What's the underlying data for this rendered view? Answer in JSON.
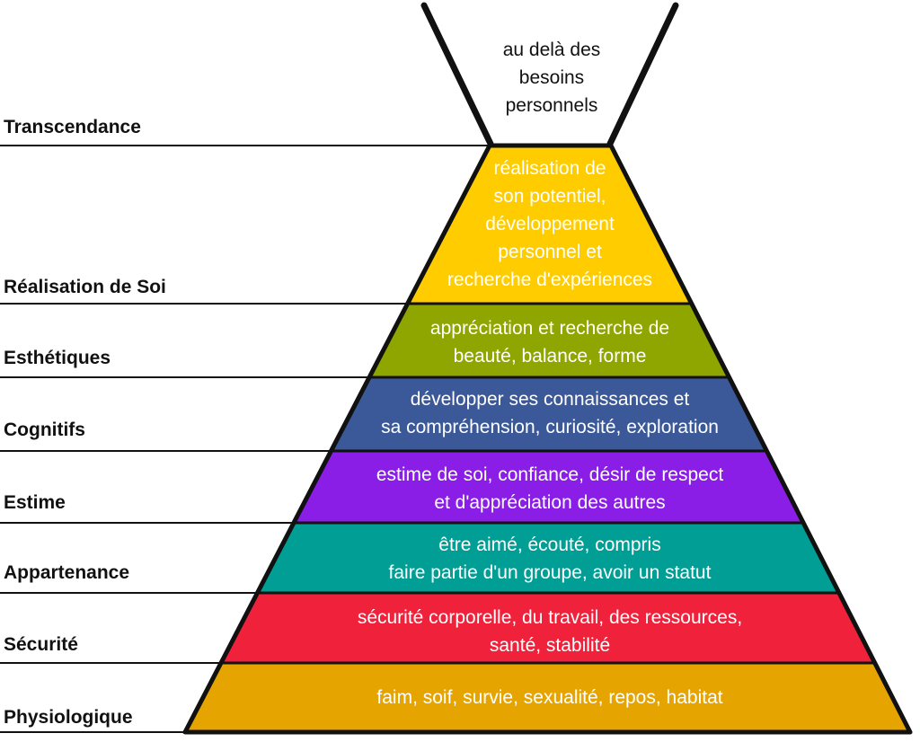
{
  "top": {
    "lines": [
      "au delà des",
      "besoins",
      "personnels"
    ],
    "text_color": "#111111"
  },
  "levels": [
    {
      "label": "Transcendance",
      "lines": [],
      "color": "#ffffff"
    },
    {
      "label": "Réalisation de Soi",
      "lines": [
        "réalisation de",
        "son potentiel,",
        "développement",
        "personnel et",
        "recherche d'expériences"
      ],
      "color": "#ffcc00"
    },
    {
      "label": "Esthétiques",
      "lines": [
        "appréciation et recherche de",
        "beauté, balance, forme"
      ],
      "color": "#8fa600"
    },
    {
      "label": "Cognitifs",
      "lines": [
        "développer ses connaissances et",
        "sa compréhension, curiosité, exploration"
      ],
      "color": "#3b5998"
    },
    {
      "label": "Estime",
      "lines": [
        "estime de soi, confiance, désir de respect",
        "et d'appréciation des autres"
      ],
      "color": "#8a1ee6"
    },
    {
      "label": "Appartenance",
      "lines": [
        "être aimé, écouté, compris",
        "faire partie d'un groupe, avoir un statut"
      ],
      "color": "#009e94"
    },
    {
      "label": "Sécurité",
      "lines": [
        "sécurité corporelle, du travail, des ressources,",
        "santé, stabilité"
      ],
      "color": "#f0213a"
    },
    {
      "label": "Physiologique",
      "lines": [
        "faim, soif, survie, sexualité, repos, habitat"
      ],
      "color": "#e6a400"
    }
  ],
  "outline_color": "#111111"
}
